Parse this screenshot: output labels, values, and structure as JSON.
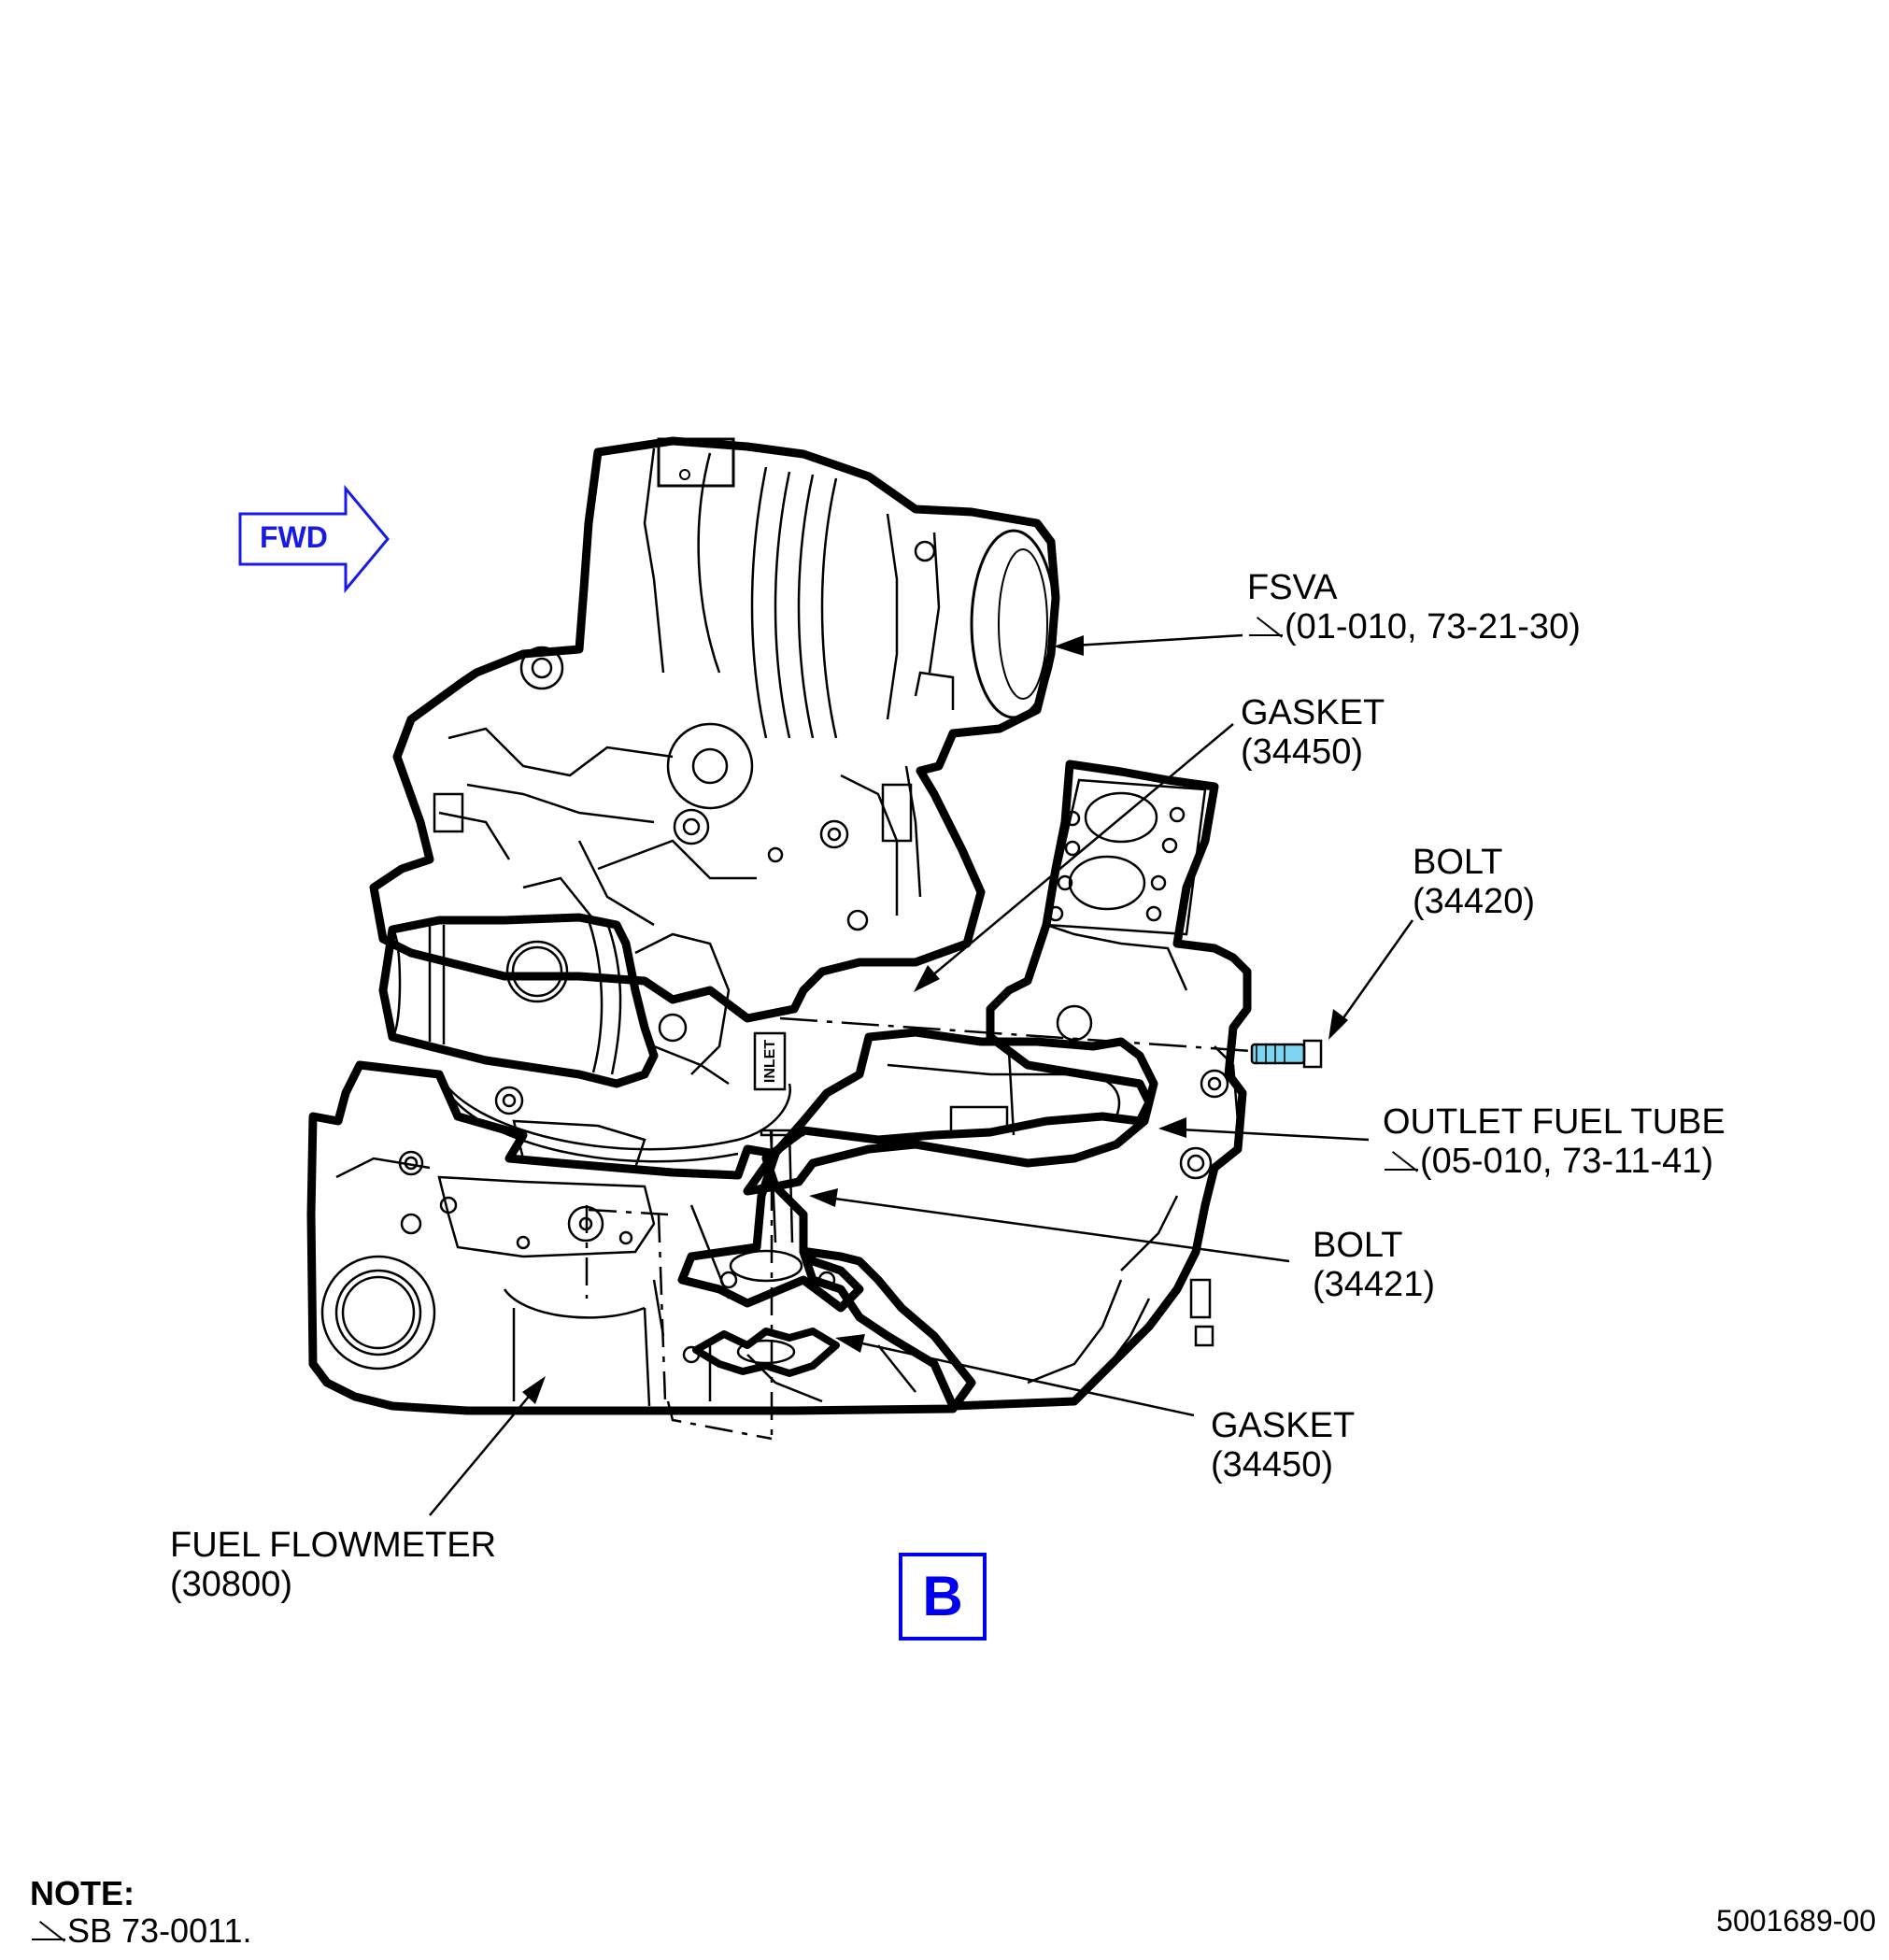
{
  "orientation": {
    "label": "FWD",
    "color": "#1a1ae6"
  },
  "view_label": {
    "text": "B",
    "color": "#0000ee"
  },
  "callouts": [
    {
      "name": "fsva",
      "line1": "FSVA",
      "line2": "(01-010, 73-21-30)",
      "effectivity": true
    },
    {
      "name": "gasket-top",
      "line1": "GASKET",
      "line2": "(34450)",
      "effectivity": false
    },
    {
      "name": "bolt-34420",
      "line1": "BOLT",
      "line2": "(34420)",
      "effectivity": false
    },
    {
      "name": "outlet-fuel-tube",
      "line1": "OUTLET FUEL TUBE",
      "line2": "(05-010, 73-11-41)",
      "effectivity": true
    },
    {
      "name": "bolt-34421",
      "line1": "BOLT",
      "line2": "(34421)",
      "effectivity": false
    },
    {
      "name": "gasket-bottom",
      "line1": "GASKET",
      "line2": "(34450)",
      "effectivity": false
    },
    {
      "name": "fuel-flowmeter",
      "line1": "FUEL FLOWMETER",
      "line2": "(30800)",
      "effectivity": false
    }
  ],
  "part_marking": "INLET",
  "note": {
    "title": "NOTE:",
    "text": "SB 73-0011."
  },
  "drawing_number": "5001689-00",
  "colors": {
    "line": "#000000",
    "bolt_highlight": "#7fd4f0"
  }
}
